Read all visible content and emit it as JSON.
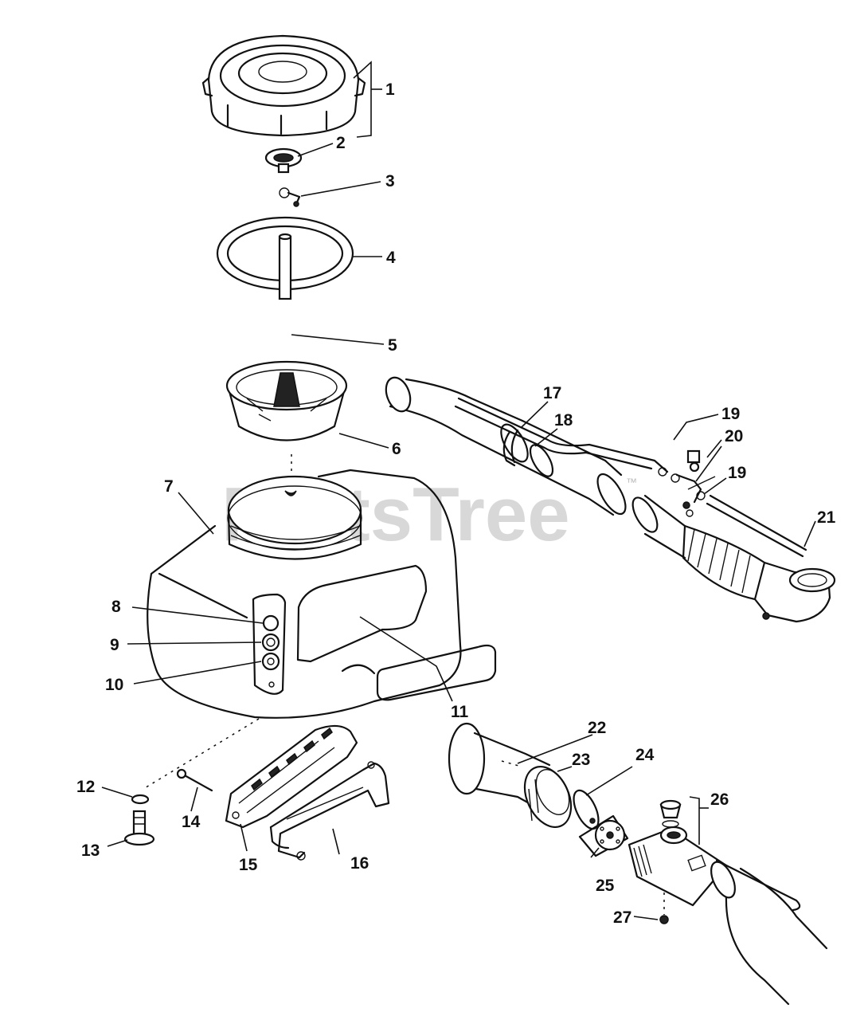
{
  "watermark": {
    "text": "PartsTree",
    "trademark": "™"
  },
  "callouts": [
    "1",
    "2",
    "3",
    "4",
    "5",
    "6",
    "7",
    "8",
    "9",
    "10",
    "11",
    "12",
    "13",
    "14",
    "15",
    "16",
    "17",
    "18",
    "19",
    "19",
    "20",
    "21",
    "22",
    "23",
    "24",
    "25",
    "26",
    "27"
  ]
}
